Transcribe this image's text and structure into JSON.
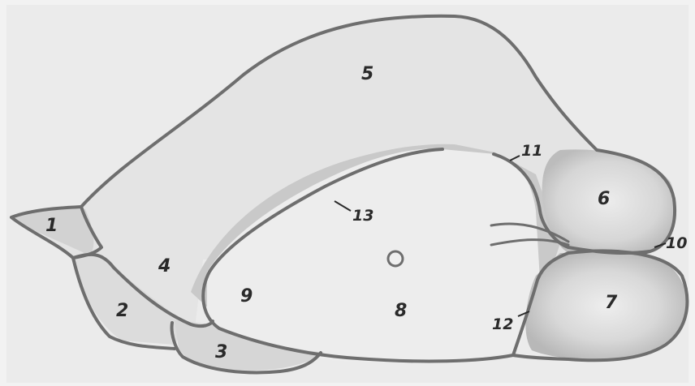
{
  "diagram": {
    "labels": [
      {
        "id": "1",
        "text": "1"
      },
      {
        "id": "2",
        "text": "2"
      },
      {
        "id": "3",
        "text": "3"
      },
      {
        "id": "4",
        "text": "4"
      },
      {
        "id": "5",
        "text": "5"
      },
      {
        "id": "6",
        "text": "6"
      },
      {
        "id": "7",
        "text": "7"
      },
      {
        "id": "8",
        "text": "8"
      },
      {
        "id": "9",
        "text": "9"
      },
      {
        "id": "10",
        "text": "10"
      },
      {
        "id": "11",
        "text": "11"
      },
      {
        "id": "12",
        "text": "12"
      },
      {
        "id": "13",
        "text": "13"
      }
    ],
    "colors": {
      "background": "#ffffff",
      "paper": "#ededed",
      "outline": "#6e6e6e",
      "shade": "#b9b9b9",
      "label": "#2a2a2a"
    }
  }
}
